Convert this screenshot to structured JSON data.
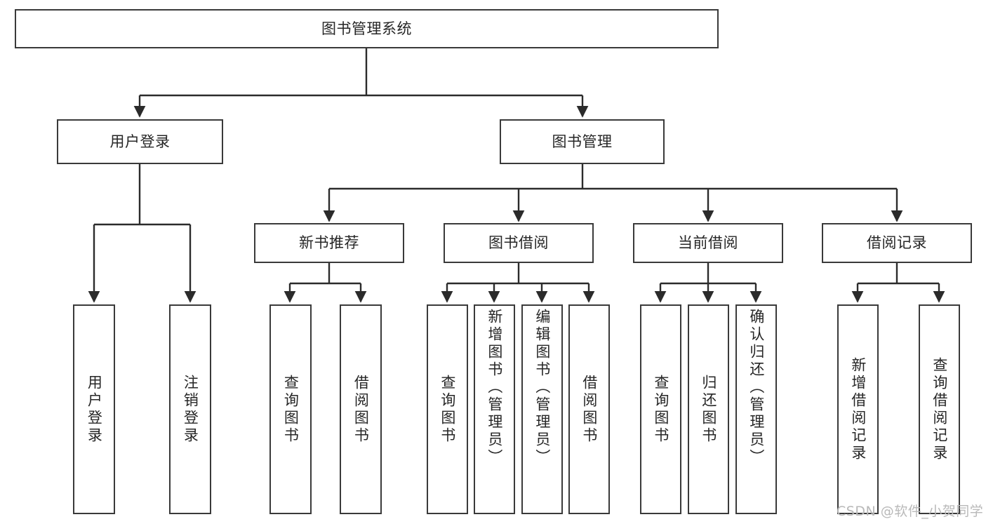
{
  "diagram": {
    "title": "图书管理系统",
    "type": "hierarchy-tree",
    "colors": {
      "box_border": "#3a3a3a",
      "box_fill": "#ffffff",
      "edge": "#2b2b2b",
      "text": "#262626",
      "watermark": "#b9b9b9"
    },
    "nodes": {
      "root": {
        "label": "图书管理系统"
      },
      "level2": [
        {
          "label": "用户登录"
        },
        {
          "label": "图书管理"
        }
      ],
      "level3": [
        {
          "label": "新书推荐"
        },
        {
          "label": "图书借阅"
        },
        {
          "label": "当前借阅"
        },
        {
          "label": "借阅记录"
        }
      ],
      "leaves_user_login": [
        {
          "label": "用户登录"
        },
        {
          "label": "注销登录"
        }
      ],
      "leaves_new_book": [
        {
          "label": "查询图书"
        },
        {
          "label": "借阅图书"
        }
      ],
      "leaves_borrow": [
        {
          "label": "查询图书"
        },
        {
          "label": "新增图书（管理员）"
        },
        {
          "label": "编辑图书（管理员）"
        },
        {
          "label": "借阅图书"
        }
      ],
      "leaves_current": [
        {
          "label": "查询图书"
        },
        {
          "label": "归还图书"
        },
        {
          "label": "确认归还（管理员）"
        }
      ],
      "leaves_record": [
        {
          "label": "新增借阅记录"
        },
        {
          "label": "查询借阅记录"
        }
      ]
    },
    "watermark": "CSDN @软件_小贺同学"
  }
}
